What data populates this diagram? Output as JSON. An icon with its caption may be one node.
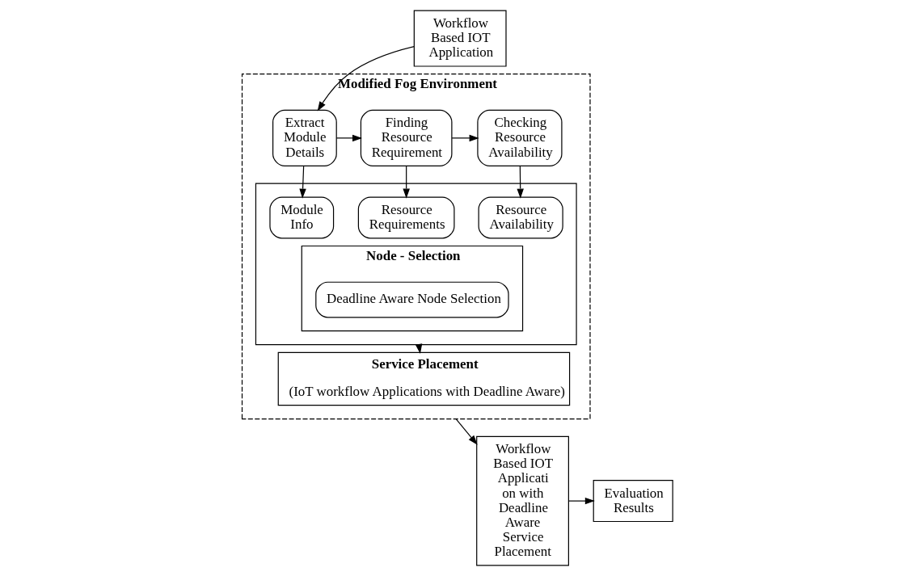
{
  "diagram": {
    "nodes": [
      {
        "text": [
          "Workflow Based IOT Application"
        ]
      },
      {
        "text": [
          "Modified Fog Environment"
        ]
      },
      {
        "text": [
          "Extract Module Details"
        ],
        "in": 1
      },
      {
        "text": [
          "Finding Resource Requirement"
        ],
        "in": 1
      },
      {
        "text": [
          "Checking Resource Availability"
        ],
        "in": 1
      },
      {
        "text": [],
        "shape": "box",
        "in": 1
      },
      {
        "text": [
          "Module Info"
        ],
        "in": 5
      },
      {
        "text": [
          "Resource Requirements"
        ],
        "in": 5
      },
      {
        "text": [
          "Resource Availability"
        ],
        "in": 5
      },
      {
        "text": [
          "Node - Selection"
        ],
        "in": 5
      },
      {
        "text": [
          "Deadline Aware Node Selection"
        ],
        "in": 9
      },
      {
        "text": [
          "Service Placement",
          "(IoT workflow Applications with Deadline Aware)"
        ],
        "in": 1
      },
      {
        "text": [
          "Workflow Based IOT Applicati on with Deadline Aware Service Placement"
        ]
      },
      {
        "text": [
          "Evaluation Results"
        ]
      }
    ],
    "edges": [
      {
        "from": 0,
        "to": 2,
        "arrow": "to"
      },
      {
        "from": 2,
        "to": 3,
        "arrow": "to"
      },
      {
        "from": 3,
        "to": 4,
        "arrow": "to"
      },
      {
        "from": 2,
        "to": 6,
        "arrow": "to"
      },
      {
        "from": 3,
        "to": 7,
        "arrow": "to"
      },
      {
        "from": 4,
        "to": 8,
        "arrow": "to"
      },
      {
        "from": 5,
        "to": 11,
        "arrow": "to"
      },
      {
        "from": 1,
        "to": 12,
        "arrow": "to"
      },
      {
        "from": 12,
        "to": 13,
        "arrow": "to"
      }
    ]
  }
}
